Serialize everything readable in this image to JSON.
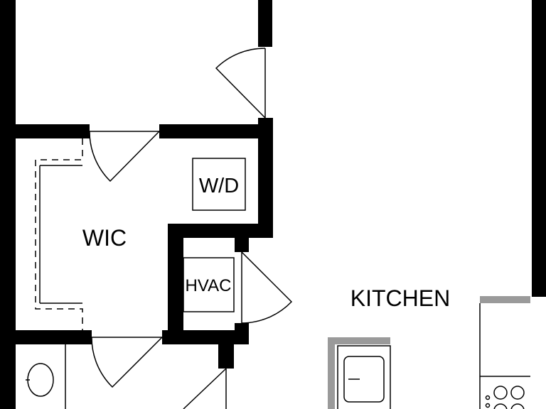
{
  "rooms": {
    "wic": "WIC",
    "wd": "W/D",
    "hvac": "HVAC",
    "kitchen": "KITCHEN"
  },
  "colors": {
    "wall": "#000000",
    "counter": "#9a9a9a",
    "background": "#ffffff"
  }
}
